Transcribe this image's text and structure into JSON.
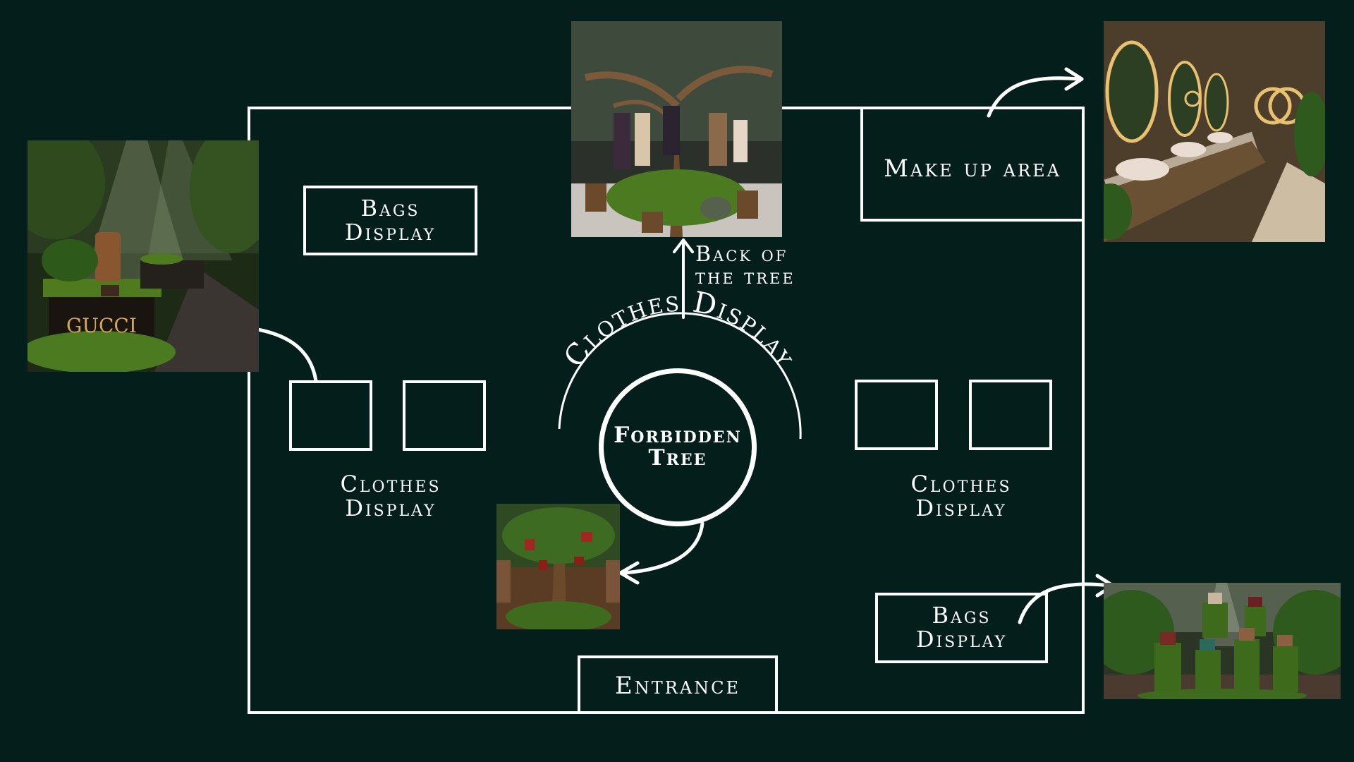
{
  "labels": {
    "bags_display_top": [
      "Bags",
      "Display"
    ],
    "back_of_tree": [
      "Back of",
      "the tree"
    ],
    "make_up_area": "Make up area",
    "clothes_display_arc": "Clothes Display",
    "forbidden_tree": [
      "Forbidden",
      "Tree"
    ],
    "clothes_display_left": [
      "Clothes",
      "Display"
    ],
    "clothes_display_right": [
      "Clothes",
      "Display"
    ],
    "bags_display_bottom": [
      "Bags",
      "Display"
    ],
    "entrance": "Entrance",
    "logo_text": "GUCCI"
  },
  "colors": {
    "background": "#041f1b",
    "line": "#ffffff",
    "moss": "#3f6b1e",
    "wood": "#6b4a2b",
    "gold": "#d6a756"
  },
  "photos": {
    "left": "jungle-store-coat-display",
    "top": "tree-clothes-display",
    "top_right": "makeup-vanity-room",
    "bottom_center": "forbidden-tree-bags",
    "bottom_right": "bags-on-moss-pedestals"
  }
}
